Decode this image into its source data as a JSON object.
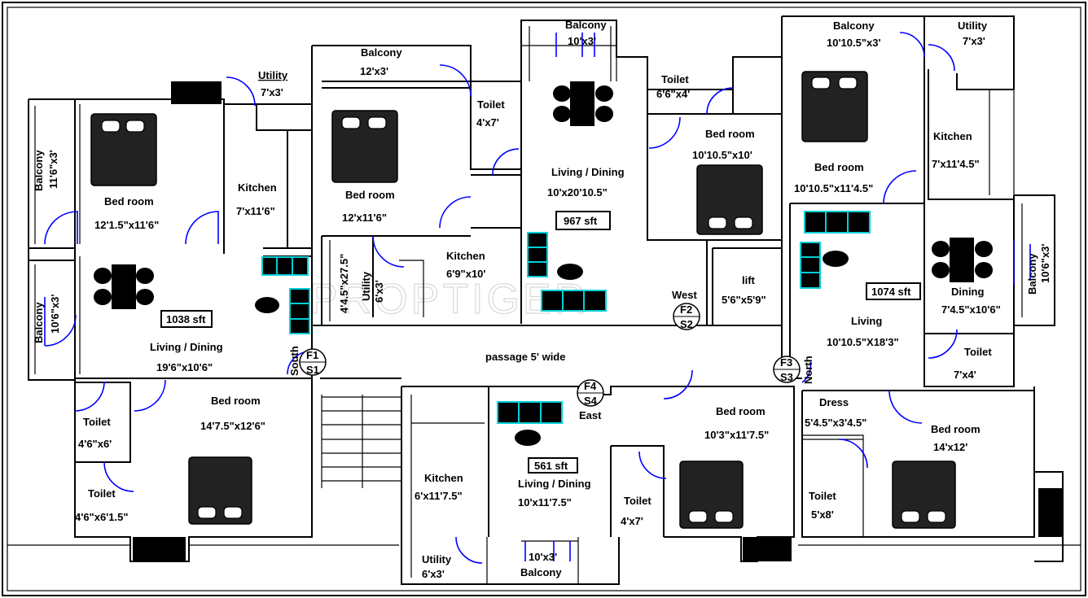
{
  "watermark": "PROPTIGER",
  "units": [
    {
      "area": "1038 sft"
    },
    {
      "area": "967 sft"
    },
    {
      "area": "1074 sft"
    },
    {
      "area": "561 sft"
    }
  ],
  "rooms": [
    {
      "name": "Balcony",
      "dim": "11'6\"x3'"
    },
    {
      "name": "Bed room",
      "dim": "12'1.5\"x11'6\""
    },
    {
      "name": "Utility",
      "dim": "7'x3'"
    },
    {
      "name": "Kitchen",
      "dim": "7'x11'6\""
    },
    {
      "name": "Balcony",
      "dim": "10'6\"x3'"
    },
    {
      "name": "Living / Dining",
      "dim": "19'6\"x10'6\""
    },
    {
      "name": "Toilet",
      "dim": "4'6\"x6'"
    },
    {
      "name": "Toilet",
      "dim": "4'6\"x6'1.5\""
    },
    {
      "name": "Bed room",
      "dim": "14'7.5\"x12'6\""
    },
    {
      "name": "Balcony",
      "dim": "12'x3'"
    },
    {
      "name": "Bed room",
      "dim": "12'x11'6\""
    },
    {
      "name": "Toilet",
      "dim": "4'x7'"
    },
    {
      "name": "Kitchen",
      "dim": "6'9\"x10'"
    },
    {
      "name": "Utility",
      "dim": "6'x3'"
    },
    {
      "name": "Balcony",
      "dim": "10'x3'"
    },
    {
      "name": "Living / Dining",
      "dim": "10'x20'10.5\""
    },
    {
      "name": "Toilet",
      "dim": "6'6\"x4'"
    },
    {
      "name": "Bed room",
      "dim": "10'10.5\"x10'"
    },
    {
      "name": "lift",
      "dim": "5'6\"x5'9\""
    },
    {
      "name": "Balcony",
      "dim": "10'10.5\"x3'"
    },
    {
      "name": "Utility",
      "dim": "7'x3'"
    },
    {
      "name": "Bed room",
      "dim": "10'10.5\"x11'4.5\""
    },
    {
      "name": "Kitchen",
      "dim": "7'x11'4.5\""
    },
    {
      "name": "Balcony",
      "dim": "10'6\"x3'"
    },
    {
      "name": "Dining",
      "dim": "7'4.5\"x10'6\""
    },
    {
      "name": "Living",
      "dim": "10'10.5\"X18'3\""
    },
    {
      "name": "Toilet",
      "dim": "7'x4'"
    },
    {
      "name": "Dress",
      "dim": "5'4.5\"x3'4.5\""
    },
    {
      "name": "Bed room",
      "dim": "14'x12'"
    },
    {
      "name": "Toilet",
      "dim": "5'x8'"
    },
    {
      "name": "Bed room",
      "dim": "10'3\"x11'7.5\""
    },
    {
      "name": "Toilet",
      "dim": "4'x7'"
    },
    {
      "name": "Living / Dining",
      "dim": "10'x11'7.5\""
    },
    {
      "name": "Kitchen",
      "dim": "6'x11'7.5\""
    },
    {
      "name": "Utility",
      "dim": "6'x3'"
    },
    {
      "name": "Balcony",
      "dim": "10'x3'"
    }
  ],
  "duct": "4'4.5\"x27.5\"",
  "passage": "passage 5' wide",
  "flats": [
    {
      "code": "F1",
      "stair": "S1",
      "dir": "South"
    },
    {
      "code": "F2",
      "stair": "S2",
      "dir": "West"
    },
    {
      "code": "F3",
      "stair": "S3",
      "dir": "North"
    },
    {
      "code": "F4",
      "stair": "S4",
      "dir": "East"
    }
  ]
}
